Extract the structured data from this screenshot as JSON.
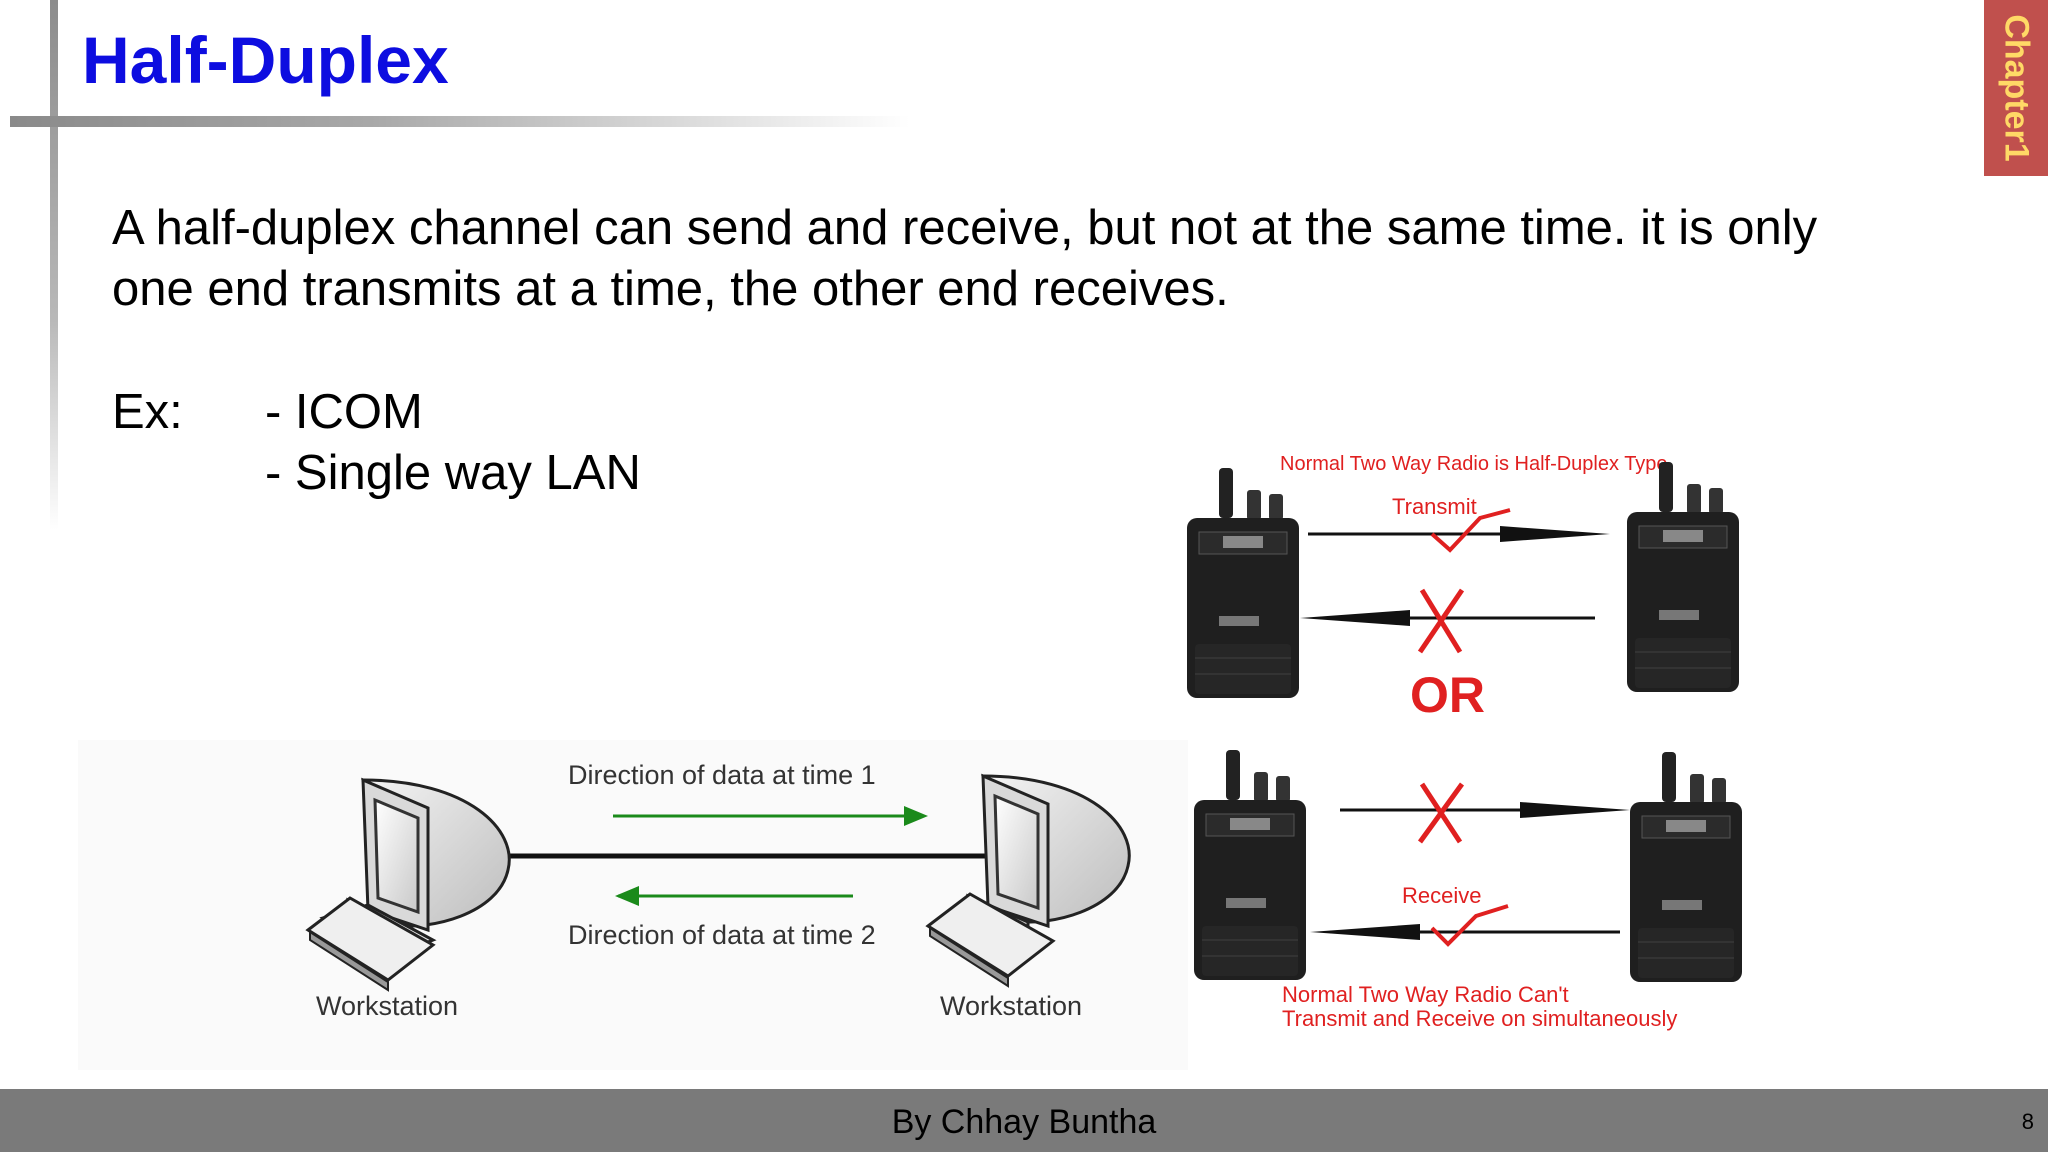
{
  "slide": {
    "title": "Half-Duplex",
    "chapter_tab": "Chapter1",
    "body": "A half-duplex channel can send and receive, but not at the same time. it is only one end transmits at a time, the other end receives.",
    "example_label": "Ex:",
    "examples": [
      "- ICOM",
      "- Single way LAN"
    ]
  },
  "figure_workstations": {
    "arrow_top_label": "Direction of data at time 1",
    "arrow_bottom_label": "Direction of data at time 2",
    "left_label": "Workstation",
    "right_label": "Workstation",
    "arrow_color": "#1a8a1a"
  },
  "figure_radios": {
    "top_caption": "Normal Two Way Radio is Half-Duplex Type",
    "transmit_label": "Transmit",
    "or_label": "OR",
    "receive_label": "Receive",
    "bottom_caption_line1": "Normal Two Way Radio Can't",
    "bottom_caption_line2": "Transmit and Receive on simultaneously",
    "accent_color": "#e02020"
  },
  "footer": {
    "author": "By Chhay Buntha",
    "page_number": "8"
  }
}
